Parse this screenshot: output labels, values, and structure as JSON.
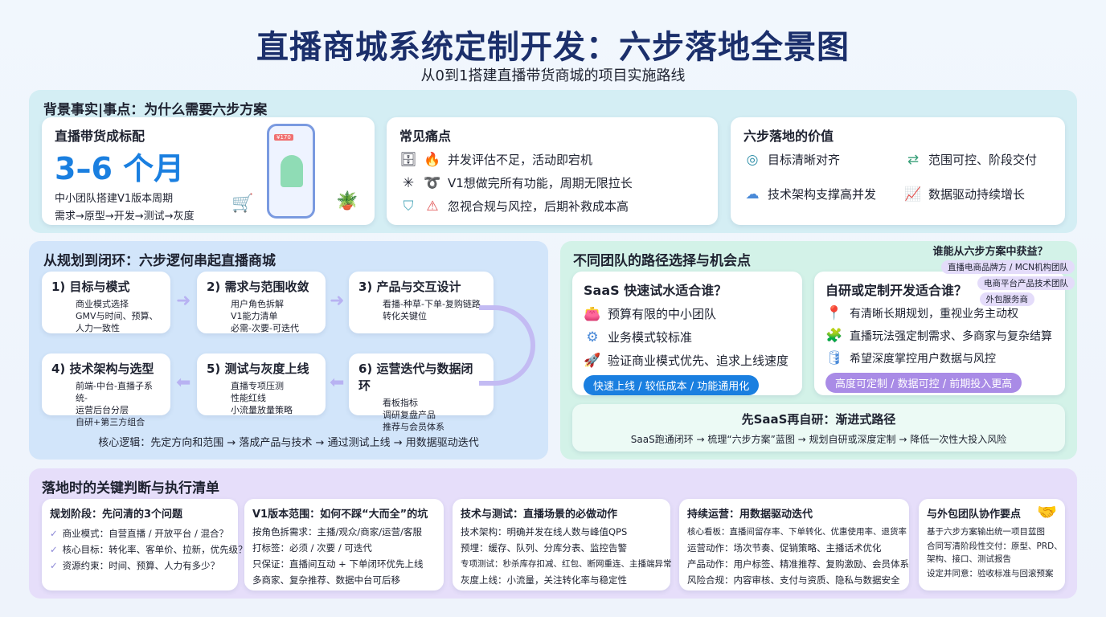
{
  "header": {
    "title": "直播商城系统定制开发：六步落地全景图",
    "subtitle": "从0到1搭建直播带货商城的项目实施路线"
  },
  "background": {
    "title": "背景事实|事点：为什么需要六步方案",
    "standard": {
      "title": "直播带货成标配",
      "big": "3–6 个月",
      "line1": "中小团队搭建V1版本周期",
      "line2": "需求→原型→开发→测试→灰度",
      "badge": "¥170"
    },
    "pains": {
      "title": "常见痛点",
      "items": [
        {
          "icons": [
            "server-icon",
            "fire-icon"
          ],
          "text": "并发评估不足，活动即宕机"
        },
        {
          "icons": [
            "network-icon",
            "tangled-icon"
          ],
          "text": "V1想做完所有功能，周期无限拉长"
        },
        {
          "icons": [
            "shield-icon",
            "warning-icon"
          ],
          "text": "忽视合规与风控，后期补救成本高"
        }
      ]
    },
    "value": {
      "title": "六步落地的价值",
      "items": [
        {
          "icon": "target-icon",
          "text": "目标清晰对齐"
        },
        {
          "icon": "path-icon",
          "text": "范围可控、阶段交付"
        },
        {
          "icon": "cloud-server-icon",
          "text": "技术架构支撑高并发"
        },
        {
          "icon": "growth-chart-icon",
          "text": "数据驱动持续增长"
        }
      ]
    }
  },
  "flow": {
    "title": "从规划到闭环：六步逻何串起直播商城",
    "steps": [
      {
        "title": "1) 目标与模式",
        "lines": [
          "商业模式选择",
          "GMV与时间、预算、",
          "人力一致性"
        ]
      },
      {
        "title": "2) 需求与范围收敛",
        "lines": [
          "用户角色拆解",
          "V1能力清单",
          "必需-次要-可迭代"
        ]
      },
      {
        "title": "3) 产品与交互设计",
        "lines": [
          "看播-种草-下单-复购链路",
          "转化关键位"
        ]
      },
      {
        "title": "4) 技术架构与选型",
        "lines": [
          "前端-中台-直播子系统-",
          "运营后台分层",
          "自研+第三方组合"
        ]
      },
      {
        "title": "5) 测试与灰度上线",
        "lines": [
          "直播专项压测",
          "性能红线",
          "小流量放量策略"
        ]
      },
      {
        "title": "6) 运营迭代与数据闭环",
        "lines": [
          "看板指标",
          "调研复盘产品",
          "推荐与会员体系"
        ]
      }
    ],
    "core": "核心逻辑：先定方向和范围 → 落成产品与技术 → 通过测试上线 → 用数据驱动迭代"
  },
  "teams": {
    "title": "不同团队的路径选择与机会点",
    "who": {
      "title": "谁能从六步方案中获益？",
      "tags": [
        "直播电商品牌方 / MCN机构团队",
        "电商平台产品技术团队",
        "外包服务商"
      ]
    },
    "saas": {
      "title": "SaaS 快速试水适合谁？",
      "items": [
        {
          "icon": "wallet-icon",
          "text": "预算有限的中小团队"
        },
        {
          "icon": "gear-icon",
          "text": "业务模式较标准"
        },
        {
          "icon": "rocket-icon",
          "text": "验证商业模式优先、追求上线速度"
        }
      ],
      "tag": "快速上线 / 较低成本 / 功能通用化"
    },
    "custom": {
      "title": "自研或定制开发适合谁？",
      "items": [
        {
          "icon": "route-icon",
          "text": "有清晰长期规划，重视业务主动权"
        },
        {
          "icon": "puzzle-icon",
          "text": "直播玩法强定制需求、多商家与复杂结算"
        },
        {
          "icon": "database-lock-icon",
          "text": "希望深度掌控用户数据与风控"
        }
      ],
      "tag": "高度可定制 / 数据可控 / 前期投入更高"
    },
    "path": {
      "title": "先SaaS再自研：渐进式路径",
      "text": "SaaS跑通闭环 → 梳理“六步方案”蓝图 → 规划自研或深度定制 → 降低一次性大投入风险"
    }
  },
  "checklist": {
    "title": "落地时的关键判断与执行清单",
    "cards": [
      {
        "title": "规划阶段：先问清的3个问题",
        "checked": true,
        "lines": [
          "商业模式：自营直播 / 开放平台 / 混合？",
          "核心目标：转化率、客单价、拉新，优先级？",
          "资源约束：时间、预算、人力有多少？"
        ]
      },
      {
        "title": "V1版本范围：如何不踩“大而全”的坑",
        "checked": false,
        "lines": [
          "按角色拆需求：主播/观众/商家/运营/客服",
          "打标签：必须 / 次要 / 可迭代",
          "只保证：直播间互动 + 下单闭环优先上线",
          "多商家、复杂推荐、数据中台可后移"
        ]
      },
      {
        "title": "技术与测试：直播场景的必做动作",
        "checked": false,
        "lines": [
          "技术架构：明确并发在线人数与峰值QPS",
          "预埋：缓存、队列、分库分表、监控告警",
          "专项测试：秒杀库存扣减、红包、断网重连、主播端异常",
          "灰度上线：小流量，关注转化率与稳定性"
        ]
      },
      {
        "title": "持续运营：用数据驱动迭代",
        "checked": false,
        "lines": [
          "核心看板：直播间留存率、下单转化、优惠使用率、退货率",
          "运营动作：场次节奏、促销策略、主播话术优化",
          "产品动作：用户标签、精准推荐、复购激励、会员体系",
          "风险合规：内容审核、支付与资质、隐私与数据安全"
        ]
      },
      {
        "title": "与外包团队协作要点",
        "checked": false,
        "icon": "handshake-icon",
        "lines": [
          "基于六步方案输出统一项目蓝图",
          "合同写清阶段性交付：原型、PRD、",
          "架构、接口、测试报告",
          "设定并同意：验收标准与回滚预案"
        ]
      }
    ]
  },
  "colors": {
    "title": "#1b2f6b",
    "accent_blue": "#1a7fe0",
    "purple": "#a98be6",
    "bg_top": "#d4eef4",
    "bg_flow": "#d2e5fa",
    "bg_teams": "#d3f2e8",
    "bg_check": "#e6defa"
  }
}
